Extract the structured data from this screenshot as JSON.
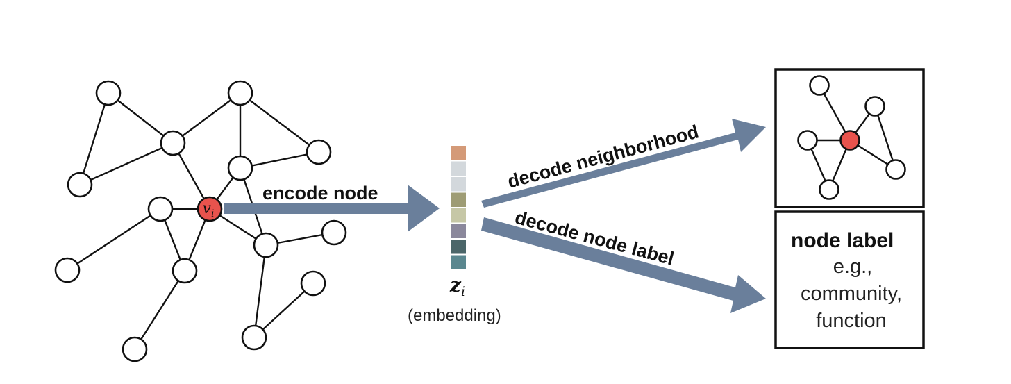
{
  "labels": {
    "encode": "encode node",
    "decode_neighborhood": "decode neighborhood",
    "decode_label": "decode node label",
    "center_node": "v",
    "center_node_sub": "i",
    "embedding_symbol": "z",
    "embedding_sub": "i",
    "embedding_caption": "(embedding)"
  },
  "output_box": {
    "title": "node label",
    "lines": [
      "e.g.,",
      "community,",
      "function"
    ]
  },
  "embedding_colors": [
    "#d49a78",
    "#d3d8dc",
    "#d3d8dc",
    "#9e9c74",
    "#c6c7a6",
    "#8b889c",
    "#4b6669",
    "#5a878f"
  ],
  "colors": {
    "highlight_node": "#e8534d",
    "arrow": "#6a7f9b"
  }
}
